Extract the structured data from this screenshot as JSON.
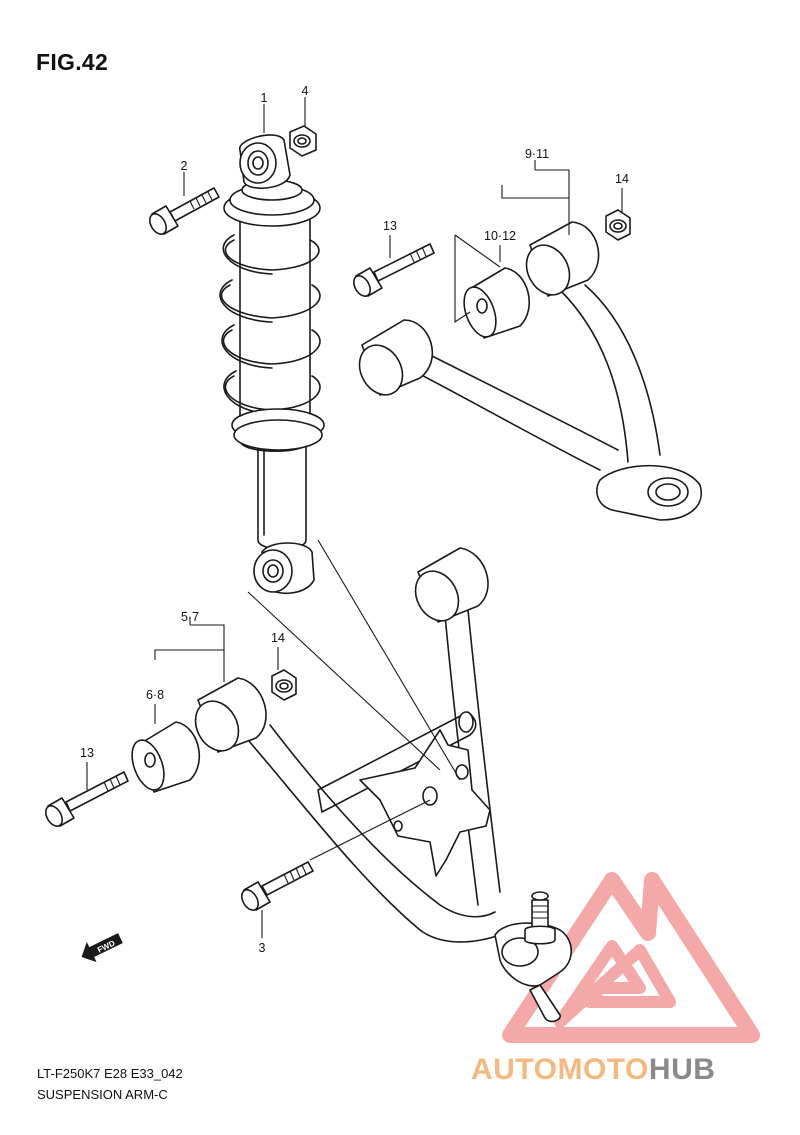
{
  "figure": {
    "title": "FIG.42",
    "code": "LT-F250K7 E28 E33_042",
    "caption": "SUSPENSION ARM-C"
  },
  "callouts": [
    {
      "id": "c1",
      "label": "1"
    },
    {
      "id": "c2",
      "label": "2"
    },
    {
      "id": "c3",
      "label": "3"
    },
    {
      "id": "c4",
      "label": "4"
    },
    {
      "id": "c5",
      "label": "5·7"
    },
    {
      "id": "c6",
      "label": "6·8"
    },
    {
      "id": "c9",
      "label": "9·11"
    },
    {
      "id": "c10",
      "label": "10·12"
    },
    {
      "id": "c13a",
      "label": "13"
    },
    {
      "id": "c13b",
      "label": "13"
    },
    {
      "id": "c14a",
      "label": "14"
    },
    {
      "id": "c14b",
      "label": "14"
    }
  ],
  "fwd_arrow": {
    "label": "FWD"
  },
  "watermark": {
    "word_part1": "AUTOMOTO",
    "word_part2": "HUB",
    "color_part1": "#f5b97f",
    "color_part2": "#8a8a8a",
    "logo_color": "#f28b8b",
    "logo_icon": "triangle-m-logo"
  }
}
